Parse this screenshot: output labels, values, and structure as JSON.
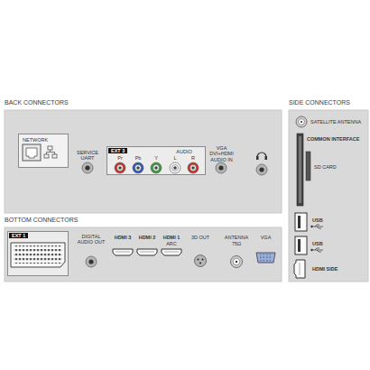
{
  "diagram": {
    "nodes": [
      {
        "text": [
          "BACK CONNECTORS"
        ]
      },
      {
        "text": [
          "NETWORK"
        ],
        "in": 0
      },
      {
        "text": [
          "EXT 3"
        ],
        "in": 0
      },
      {
        "text": [
          "BOTTOM CONNECTORS"
        ]
      },
      {
        "text": [
          "EXT 1"
        ],
        "in": 3
      },
      {
        "text": [
          "SIDE CONNECTORS"
        ]
      }
    ],
    "labels": [
      "SERVICE UART",
      "Pr",
      "Pb",
      "Y",
      "L",
      "AUDIO",
      "R",
      "VGA DVI+HDMI AUDIO IN",
      "DIGITAL AUDIO OUT",
      "HDMI 3",
      "HDMI 2",
      "HDMI 1",
      "ARC",
      "3D OUT",
      "ANTENNA",
      "75Ω",
      "VGA",
      "SATELLITE ANTENNA",
      "COMMON INTERFACE",
      "SD CARD",
      "USB",
      "USB",
      "HDMI SIDE"
    ]
  }
}
